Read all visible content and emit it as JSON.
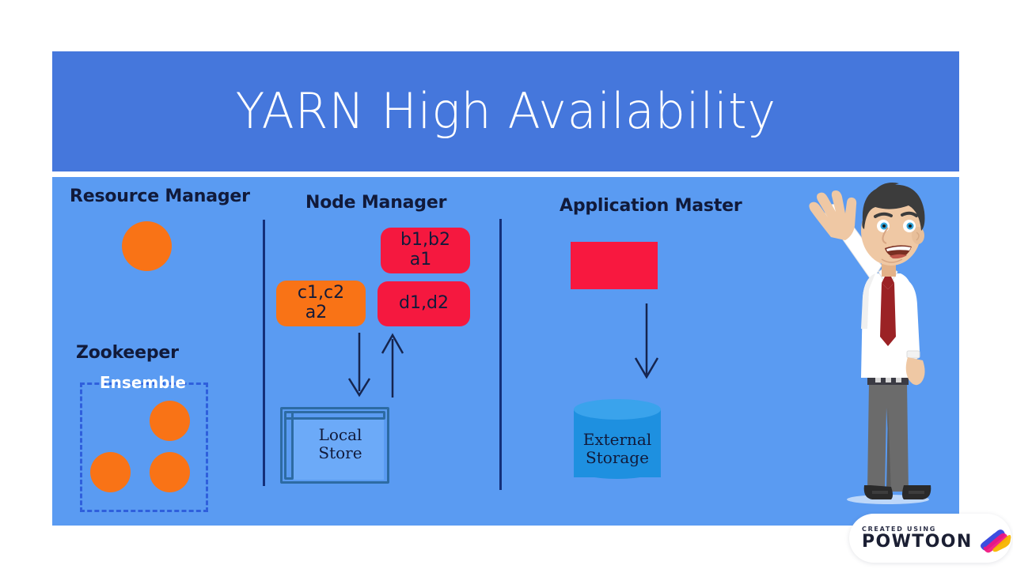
{
  "slide": {
    "background_color": "#ffffff",
    "header": {
      "title": "YARN High Availability",
      "background_color": "#4577dc",
      "text_color": "#ffffff"
    },
    "panel": {
      "background_color": "#5a9bf2"
    }
  },
  "sections": {
    "resource_manager": {
      "heading": "Resource Manager",
      "node_color": "#f97316"
    },
    "zookeeper": {
      "heading": "Zookeeper",
      "ensemble_label": "Ensemble",
      "ensemble_border_color": "#2f5fdc",
      "node_color": "#f97316",
      "node_count": 3
    },
    "node_manager": {
      "heading": "Node Manager",
      "containers": [
        {
          "line1": "b1,b2",
          "line2": "a1",
          "color": "#f5183f"
        },
        {
          "line1": "c1,c2",
          "line2": "a2",
          "color": "#f97316"
        },
        {
          "line1": "d1,d2",
          "line2": "",
          "color": "#f5183f"
        }
      ],
      "store": {
        "line1": "Local",
        "line2": "Store",
        "border_color": "#2d6ba3",
        "fill_color": "#6caaf8"
      }
    },
    "application_master": {
      "heading": "Application Master",
      "master_box_color": "#f8183f",
      "storage": {
        "line1": "External",
        "line2": "Storage",
        "color": "#1e90e0"
      }
    }
  },
  "character": {
    "name": "waving-businessman",
    "skin_color": "#efc8a4",
    "hair_color": "#3c3c3c",
    "shirt_color": "#ffffff",
    "tie_color": "#9b2225",
    "trousers_color": "#6b6b6b",
    "shoe_color": "#2a2a2a"
  },
  "watermark": {
    "created_using": "CREATED USING",
    "brand": "POWTOON",
    "logo_colors": [
      "#3c4de0",
      "#f2147f",
      "#f7b500"
    ]
  }
}
